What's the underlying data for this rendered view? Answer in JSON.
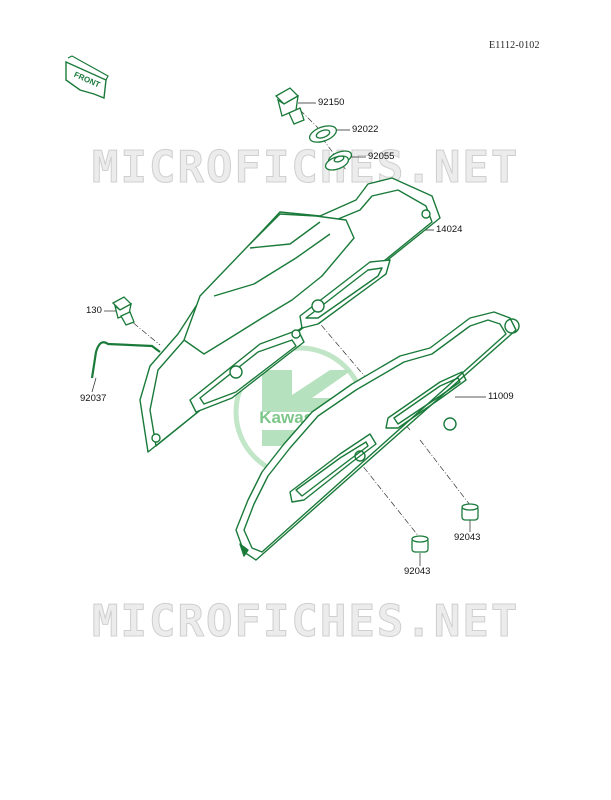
{
  "diagram_code": "E1112-0102",
  "front_badge": "FRONT",
  "watermark_text": "MICROFICHES.NET",
  "brand_logo_text": "Kawasaki",
  "colors": {
    "line": "#1a7a3a",
    "watermark": "#e6e6e6",
    "logo": "#4caf50"
  },
  "parts": [
    {
      "id": "p92150",
      "number": "92150"
    },
    {
      "id": "p92022",
      "number": "92022"
    },
    {
      "id": "p92055",
      "number": "92055"
    },
    {
      "id": "p14024",
      "number": "14024"
    },
    {
      "id": "p130",
      "number": "130"
    },
    {
      "id": "p92037",
      "number": "92037"
    },
    {
      "id": "p11009",
      "number": "11009"
    },
    {
      "id": "p92043a",
      "number": "92043"
    },
    {
      "id": "p92043b",
      "number": "92043"
    }
  ]
}
